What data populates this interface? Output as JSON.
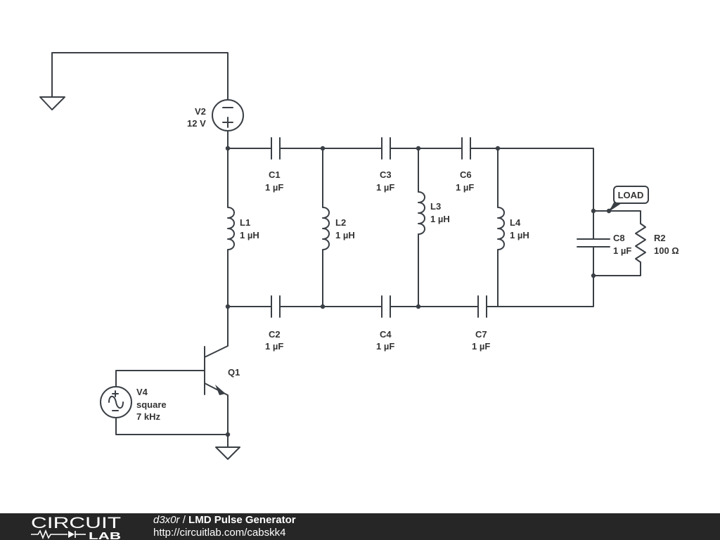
{
  "schematic": {
    "labels": {
      "v2_name": "V2",
      "v2_value": "12 V",
      "c1_name": "C1",
      "c1_value": "1 µF",
      "c2_name": "C2",
      "c2_value": "1 µF",
      "c3_name": "C3",
      "c3_value": "1 µF",
      "c4_name": "C4",
      "c4_value": "1 µF",
      "c6_name": "C6",
      "c6_value": "1 µF",
      "c7_name": "C7",
      "c7_value": "1 µF",
      "c8_name": "C8",
      "c8_value": "1 µF",
      "l1_name": "L1",
      "l1_value": "1 µH",
      "l2_name": "L2",
      "l2_value": "1 µH",
      "l3_name": "L3",
      "l3_value": "1 µH",
      "l4_name": "L4",
      "l4_value": "1 µH",
      "r2_name": "R2",
      "r2_value": "100 Ω",
      "q1_name": "Q1",
      "v4_name": "V4",
      "v4_type": "square",
      "v4_freq": "7 kHz",
      "load_tag": "LOAD"
    }
  },
  "footer": {
    "logo_top": "CIRCUIT",
    "logo_bottom": "LAB",
    "author": "d3x0r",
    "separator": " / ",
    "title": "LMD Pulse Generator",
    "url": "http://circuitlab.com/cabskk4"
  }
}
